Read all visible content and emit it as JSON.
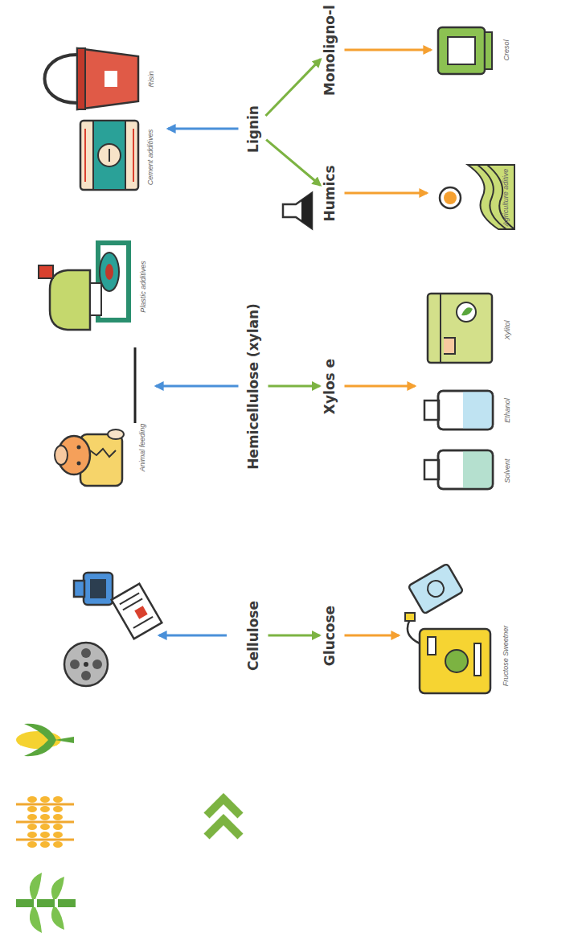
{
  "diagram": {
    "nodes": [
      {
        "text": [
          "Animal feeding",
          "Plastic additives"
        ]
      },
      {
        "text": [
          "Cement additives",
          "Risin"
        ]
      },
      {
        "text": [
          "Cellulose"
        ]
      },
      {
        "text": [
          "Hemicellulose (xylan)"
        ]
      },
      {
        "text": [
          "Lignin"
        ]
      },
      {
        "text": [
          "Glucose"
        ]
      },
      {
        "text": [
          "Xylos e"
        ]
      },
      {
        "text": [
          "Humics"
        ]
      },
      {
        "text": [
          "Monoligno-l"
        ]
      },
      {
        "text": [
          "Fructose Sweetner"
        ]
      },
      {
        "text": [
          "Solvent",
          "Ethanol",
          "Xylitol"
        ]
      },
      {
        "text": [
          "Agriculture aditive"
        ]
      },
      {
        "text": [
          "Cresol"
        ]
      }
    ],
    "edges": [
      {
        "from": 3,
        "to": 0,
        "arrow": "to"
      },
      {
        "from": 4,
        "to": 1,
        "arrow": "to"
      },
      {
        "from": 2,
        "to": 5,
        "arrow": "to"
      },
      {
        "from": 3,
        "to": 6,
        "arrow": "to"
      },
      {
        "from": 4,
        "to": 7,
        "arrow": "to"
      },
      {
        "from": 4,
        "to": 8,
        "arrow": "to"
      },
      {
        "from": 5,
        "to": 9,
        "arrow": "to"
      },
      {
        "from": 6,
        "to": 10,
        "arrow": "to"
      },
      {
        "from": 7,
        "to": 11,
        "arrow": "to"
      },
      {
        "from": 8,
        "to": 12,
        "arrow": "to"
      }
    ]
  }
}
